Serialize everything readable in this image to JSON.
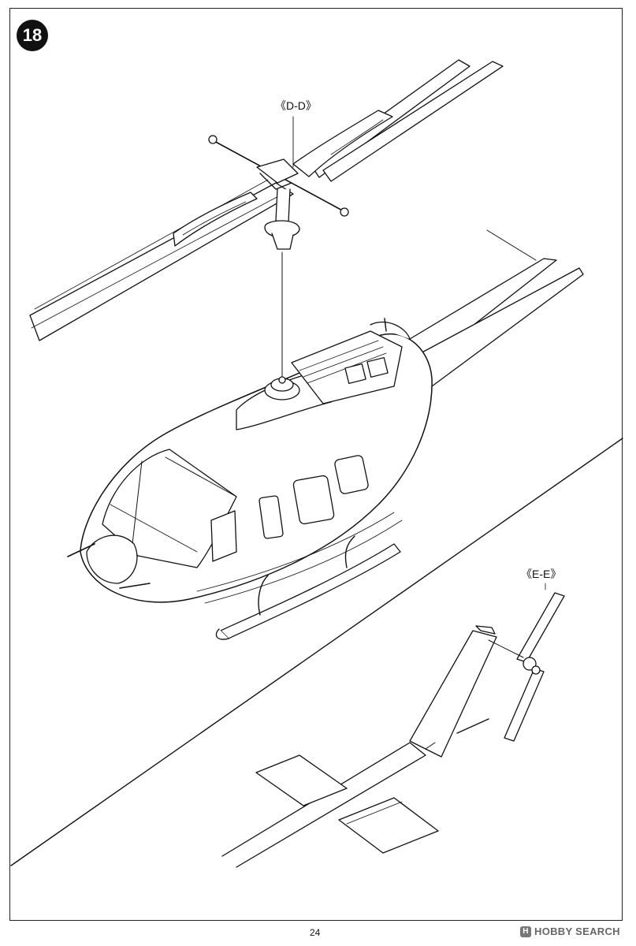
{
  "step": {
    "number": "18"
  },
  "callouts": {
    "rotor_hub": "《D-D》",
    "tail_rotor": "《E-E》"
  },
  "page": {
    "number": "24"
  },
  "watermark": {
    "text": "HOBBY SEARCH",
    "icon": "hobby-search-logo-icon"
  }
}
